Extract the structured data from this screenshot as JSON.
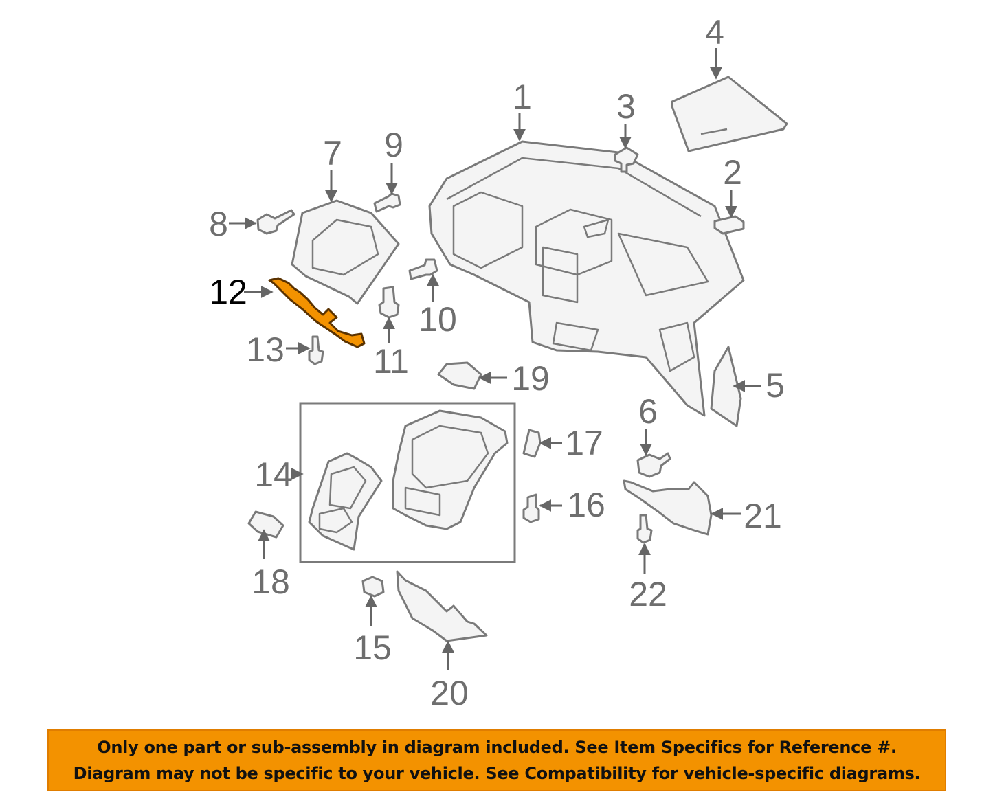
{
  "diagram": {
    "highlight_color": "#f39200",
    "highlighted_callout": "12",
    "callouts": [
      "1",
      "2",
      "3",
      "4",
      "5",
      "6",
      "7",
      "8",
      "9",
      "10",
      "11",
      "12",
      "13",
      "14",
      "15",
      "16",
      "17",
      "18",
      "19",
      "20",
      "21",
      "22"
    ]
  },
  "notice": {
    "background": "#f39200",
    "line1": "Only one part or sub-assembly in diagram included. See Item Specifics for Reference #.",
    "line2": "Diagram may not be specific to your vehicle. See Compatibility for vehicle-specific diagrams."
  }
}
